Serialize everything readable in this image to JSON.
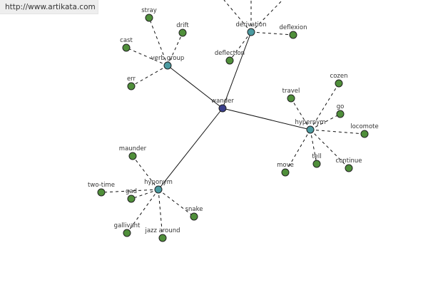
{
  "header": {
    "url": "http://www.artikata.com"
  },
  "colors": {
    "center": "#3a3f8c",
    "relation": "#4a9aa0",
    "leaf": "#4f8f3a",
    "edge": "#111111"
  },
  "graph": {
    "center": "wander",
    "groups": [
      {
        "relation": "verb group",
        "words": [
          "stray",
          "drift",
          "cast",
          "err"
        ]
      },
      {
        "relation": "derivation",
        "words": [
          "deflexion",
          "deflection"
        ]
      },
      {
        "relation": "hypernym",
        "words": [
          "travel",
          "cozen",
          "go",
          "locomote",
          "continue",
          "tell",
          "move"
        ]
      },
      {
        "relation": "hyponym",
        "words": [
          "maunder",
          "two-time",
          "gad",
          "gallivant",
          "jazz around",
          "snake"
        ]
      }
    ]
  }
}
